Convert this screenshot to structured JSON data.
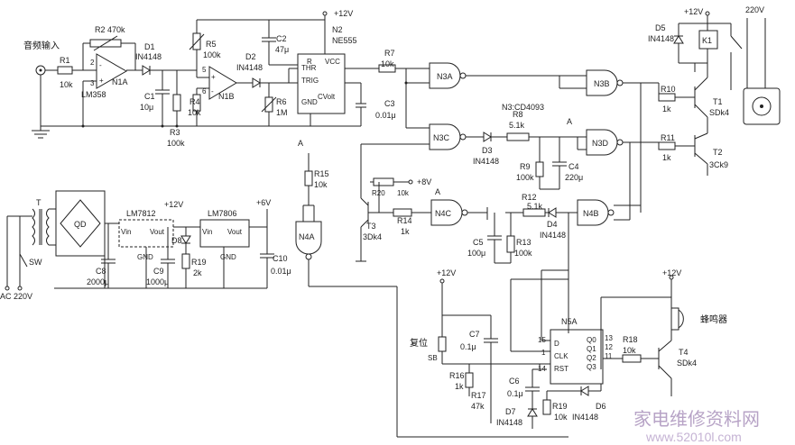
{
  "power": {
    "vcc12": "+12V",
    "v6": "+6V",
    "v8": "+8V",
    "ac": "220V",
    "ac_in": "AC 220V",
    "switch": "SW",
    "transformer": "T"
  },
  "input": {
    "label": "音频输入",
    "r1": "R1",
    "r1v": "10k"
  },
  "n1": {
    "r2": "R2 470k",
    "d1": "D1",
    "d1v": "IN4148",
    "n1a": "N1A",
    "lm358": "LM358",
    "c1": "C1",
    "c1v": "10μ",
    "r3": "R3",
    "r3v": "100k",
    "r4": "R4",
    "r4v": "10k",
    "r5": "R5",
    "r5v": "100k",
    "d2": "D2",
    "d2v": "IN4148",
    "n1b": "N1B",
    "r6": "R6",
    "r6v": "1M"
  },
  "ne555": {
    "name": "N2",
    "part": "NE555",
    "c2": "C2",
    "c2v": "47μ",
    "thr": "THR",
    "trig": "TRIG",
    "gnd": "GND",
    "cvolt": "CVolt",
    "r": "R",
    "vcc": "VCC",
    "c3": "C3",
    "c3v": "0.01μ",
    "r7": "R7",
    "r7v": "10k"
  },
  "gates": {
    "n3a": "N3A",
    "n3b": "N3B",
    "n3c": "N3C",
    "n3d": "N3D",
    "n3_part": "N3:CD4093",
    "n4a": "N4A",
    "n4b": "N4B",
    "n4c": "N4C",
    "r8": "R8",
    "r8v": "5.1k",
    "d3": "D3",
    "d3v": "IN4148",
    "r9": "R9",
    "r9v": "100k",
    "c4": "C4",
    "c4v": "220μ",
    "node_a": "A"
  },
  "relay": {
    "d5": "D5",
    "d5v": "IN4148",
    "k1": "K1",
    "r10": "R10",
    "r10v": "1k",
    "t1": "T1",
    "t1v": "SDk4",
    "r11": "R11",
    "r11v": "1k",
    "t2": "T2",
    "t2v": "3Ck9"
  },
  "mid": {
    "r15": "R15",
    "r15v": "10k",
    "r20": "R20",
    "r20v": "10k",
    "r14": "R14",
    "r14v": "1k",
    "t3": "T3",
    "t3v": "3Dk4",
    "r12": "R12",
    "r12v": "5.1k",
    "d4": "D4",
    "d4v": "IN4148",
    "c5": "C5",
    "c5v": "100μ",
    "r13": "R13",
    "r13v": "100k"
  },
  "psu": {
    "qd": "QD",
    "lm7812": "LM7812",
    "lm7806": "LM7806",
    "vin": "Vin",
    "vout": "Vout",
    "gnd": "GND",
    "c8": "C8",
    "c8v": "2000μ",
    "c9": "C9",
    "c9v": "1000μ",
    "d8": "D8",
    "r19": "R19",
    "r19v": "2k",
    "c10": "C10",
    "c10v": "0.01μ"
  },
  "timer": {
    "reset": "复位",
    "sb": "SB",
    "c7": "C7",
    "c7v": "0.1μ",
    "r16": "R16",
    "r16v": "1k",
    "r17": "R17",
    "r17v": "47k",
    "d7": "D7",
    "d7v": "IN4148",
    "c6": "C6",
    "c6v": "0.1μ",
    "r19b": "R19",
    "r19bv": "10k",
    "d6": "D6",
    "d6v": "IN4148",
    "n5a": "N5A",
    "pin_d": "D",
    "pin_clk": "CLK",
    "pin_rst": "RST",
    "q0": "Q0",
    "q1": "Q1",
    "q2": "Q2",
    "q3": "Q3",
    "r18": "R18",
    "r18v": "10k",
    "t4": "T4",
    "t4v": "SDk4",
    "buzzer": "蜂鸣器"
  },
  "watermark": {
    "cn": "家电维修资料网",
    "url": "www.52010l.com"
  }
}
